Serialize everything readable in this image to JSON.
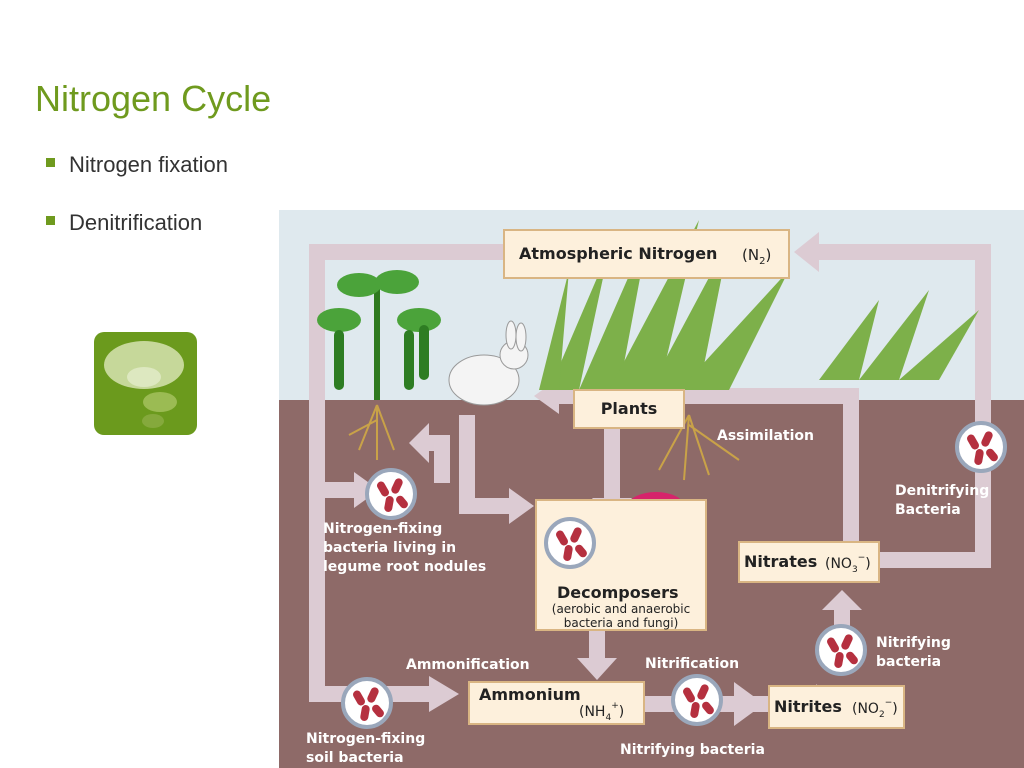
{
  "slide": {
    "title": "Nitrogen Cycle",
    "bullets": [
      "Nitrogen fixation",
      "Denitrification"
    ]
  },
  "diagram": {
    "boxes": {
      "atmospheric": {
        "name": "Atmospheric Nitrogen",
        "formula": "(N",
        "sub": "2",
        "close": ")"
      },
      "plants": "Plants",
      "decomposers": {
        "name": "Decomposers",
        "desc1": "(aerobic and anaerobic",
        "desc2": "bacteria and fungi)"
      },
      "nitrates": {
        "name": "Nitrates",
        "formula": "(NO",
        "sub": "3",
        "sup": "−",
        "close": ")"
      },
      "ammonium": {
        "name": "Ammonium",
        "formula": "(NH",
        "sub": "4",
        "sup": "+",
        "close": ")"
      },
      "nitrites": {
        "name": "Nitrites",
        "formula": "(NO",
        "sub": "2",
        "sup": "−",
        "close": ")"
      }
    },
    "labels": {
      "assimilation": "Assimilation",
      "denitrifying": [
        "Denitrifying",
        "Bacteria"
      ],
      "nodules": [
        "Nitrogen-fixing",
        "bacteria living in",
        "legume root nodules"
      ],
      "ammonification": "Ammonification",
      "nitrification": "Nitrification",
      "nitrifying_bacteria_right": [
        "Nitrifying",
        "bacteria"
      ],
      "soil_bacteria": [
        "Nitrogen-fixing",
        "soil bacteria"
      ],
      "nitrifying_bacteria_bottom": "Nitrifying bacteria"
    },
    "colors": {
      "sky": "#dfe9ee",
      "soil": "#8e6a68",
      "arrow": "#dccbd3",
      "box": "#fdf0dc",
      "box_border": "#d9b583",
      "bacteria": "#b5303f",
      "label_text": "#ffffff"
    }
  }
}
